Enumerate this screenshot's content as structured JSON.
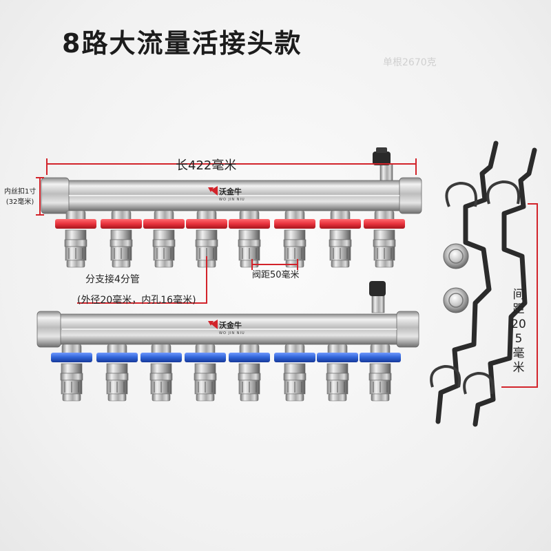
{
  "title": "8路大流量活接头款",
  "weight_note": "单根2670克",
  "annotations": {
    "length": "长422毫米",
    "thread_line1": "内丝扣1寸",
    "thread_line2": "(32毫米)",
    "branch_line1": "分支接4分管",
    "branch_line2": "(外径20毫米，内孔16毫米)",
    "valve_pitch": "阀距50毫米",
    "bracket_spacing": "间距205毫米"
  },
  "brand": {
    "name": "沃金牛",
    "pinyin": "WO JIN NIU"
  },
  "colors": {
    "supply_handle": "#e8323c",
    "return_handle": "#2f63d6",
    "dimension_line": "#d2232a",
    "bracket": "#2b2b2b"
  },
  "manifolds": [
    {
      "role": "supply",
      "outlets": 8
    },
    {
      "role": "return",
      "outlets": 8
    }
  ]
}
